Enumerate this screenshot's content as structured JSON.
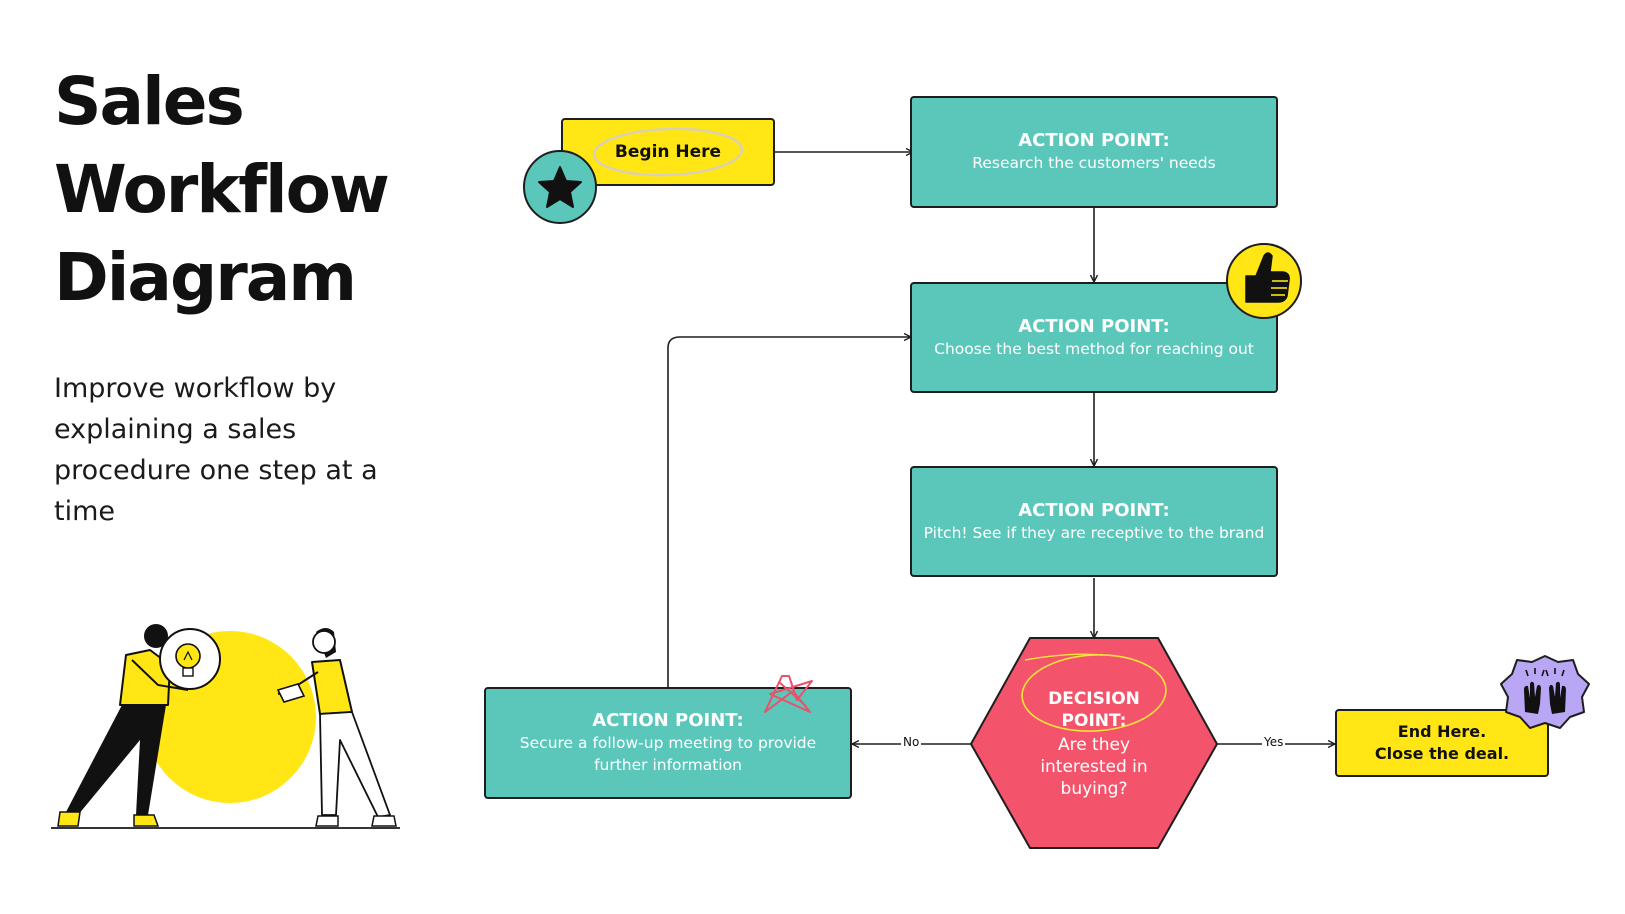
{
  "title": "Sales Workflow Diagram",
  "subtitle": "Improve workflow by explaining a sales procedure one step at a time",
  "colors": {
    "teal": "#5bc7bb",
    "yellow": "#ffe614",
    "decision_red": "#f4546b",
    "badge_purple": "#b9a7f5",
    "stroke": "#1e1e1e"
  },
  "start": {
    "label": "Begin Here",
    "icon": "star-icon"
  },
  "steps": [
    {
      "head": "ACTION POINT:",
      "body": "Research the customers' needs"
    },
    {
      "head": "ACTION POINT:",
      "body": "Choose the best method for reaching out",
      "icon": "thumbs-up-icon"
    },
    {
      "head": "ACTION POINT:",
      "body": "Pitch! See if they are receptive to the brand"
    }
  ],
  "decision": {
    "head": "DECISION POINT:",
    "body": "Are they interested in buying?"
  },
  "follow_up": {
    "head": "ACTION POINT:",
    "body": "Secure a follow-up meeting to provide further information",
    "icon": "star-scribble-icon"
  },
  "end": {
    "line1": "End Here.",
    "line2": "Close the deal.",
    "icon": "raised-hands-icon"
  },
  "edges": {
    "no_label": "No",
    "yes_label": "Yes"
  },
  "illustration": {
    "icon": "people-lightbulb-illustration"
  }
}
